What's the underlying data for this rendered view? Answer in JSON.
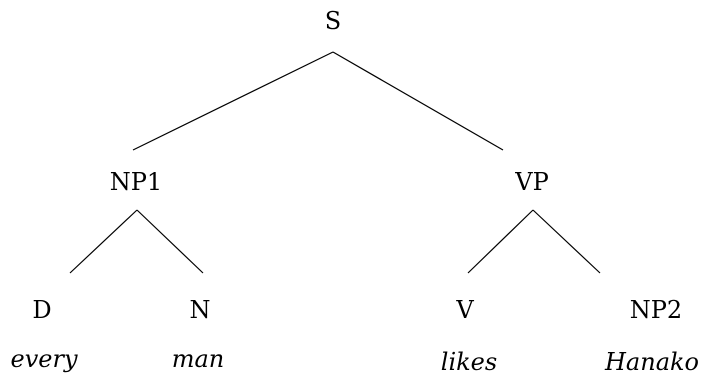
{
  "tree": {
    "root": {
      "label": "S",
      "children": [
        {
          "label": "NP1",
          "children": [
            {
              "label": "D",
              "word": "every"
            },
            {
              "label": "N",
              "word": "man"
            }
          ]
        },
        {
          "label": "VP",
          "children": [
            {
              "label": "V",
              "word": "likes"
            },
            {
              "label": "NP2",
              "word": "Hanako"
            }
          ]
        }
      ]
    }
  },
  "colors": {
    "ink": "#000000",
    "background": "#ffffff"
  }
}
